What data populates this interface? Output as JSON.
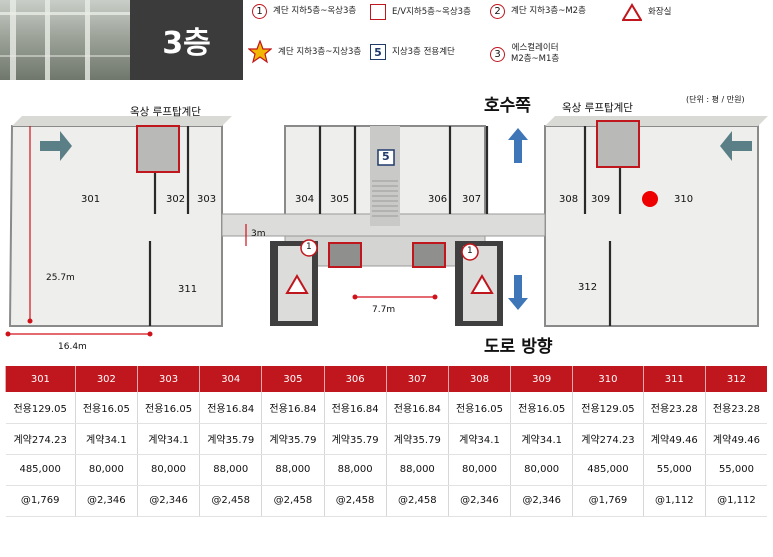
{
  "header": {
    "floor": "3층"
  },
  "legend": {
    "stair_1": {
      "symbol": "1",
      "text": "계단 지하5층~옥상3층"
    },
    "ev": {
      "text": "E/V지하5층~옥상3층"
    },
    "stair_2": {
      "symbol": "2",
      "text": "계단 지하3층~M2층"
    },
    "restroom": {
      "text": "화장실"
    },
    "star": {
      "text": "계단 지하3층~지상3층"
    },
    "box5": {
      "symbol": "5",
      "text": "지상3층 전용계단"
    },
    "escalator": {
      "symbol": "3",
      "text": "에스컬레이터\nM2층~M1층"
    }
  },
  "plan": {
    "unit_note": "(단위 : 평 / 만원)",
    "lake_side": "호수쪽",
    "road_side": "도로 방향",
    "rooftop_left": "옥상 루프탑계단",
    "rooftop_right": "옥상 루프탑계단",
    "dim_3m": "3m",
    "dim_257": "25.7m",
    "dim_164": "16.4m",
    "dim_77": "7.7m",
    "marker_5": "5",
    "marker_1": "1",
    "units": {
      "u301": "301",
      "u302": "302",
      "u303": "303",
      "u304": "304",
      "u305": "305",
      "u306": "306",
      "u307": "307",
      "u308": "308",
      "u309": "309",
      "u310": "310",
      "u311": "311",
      "u312": "312"
    }
  },
  "table": {
    "headers": [
      "301",
      "302",
      "303",
      "304",
      "305",
      "306",
      "307",
      "308",
      "309",
      "310",
      "311",
      "312"
    ],
    "rows": [
      [
        "전용129.05",
        "전용16.05",
        "전용16.05",
        "전용16.84",
        "전용16.84",
        "전용16.84",
        "전용16.84",
        "전용16.05",
        "전용16.05",
        "전용129.05",
        "전용23.28",
        "전용23.28"
      ],
      [
        "계약274.23",
        "계약34.1",
        "계약34.1",
        "계약35.79",
        "계약35.79",
        "계약35.79",
        "계약35.79",
        "계약34.1",
        "계약34.1",
        "계약274.23",
        "계약49.46",
        "계약49.46"
      ],
      [
        "485,000",
        "80,000",
        "80,000",
        "88,000",
        "88,000",
        "88,000",
        "88,000",
        "80,000",
        "80,000",
        "485,000",
        "55,000",
        "55,000"
      ],
      [
        "@1,769",
        "@2,346",
        "@2,346",
        "@2,458",
        "@2,458",
        "@2,458",
        "@2,458",
        "@2,346",
        "@2,346",
        "@1,769",
        "@1,112",
        "@1,112"
      ]
    ]
  },
  "colors": {
    "accent_red": "#c0161d",
    "title_bg": "#3b3b3b",
    "arrow_blue": "#3e76b8"
  }
}
